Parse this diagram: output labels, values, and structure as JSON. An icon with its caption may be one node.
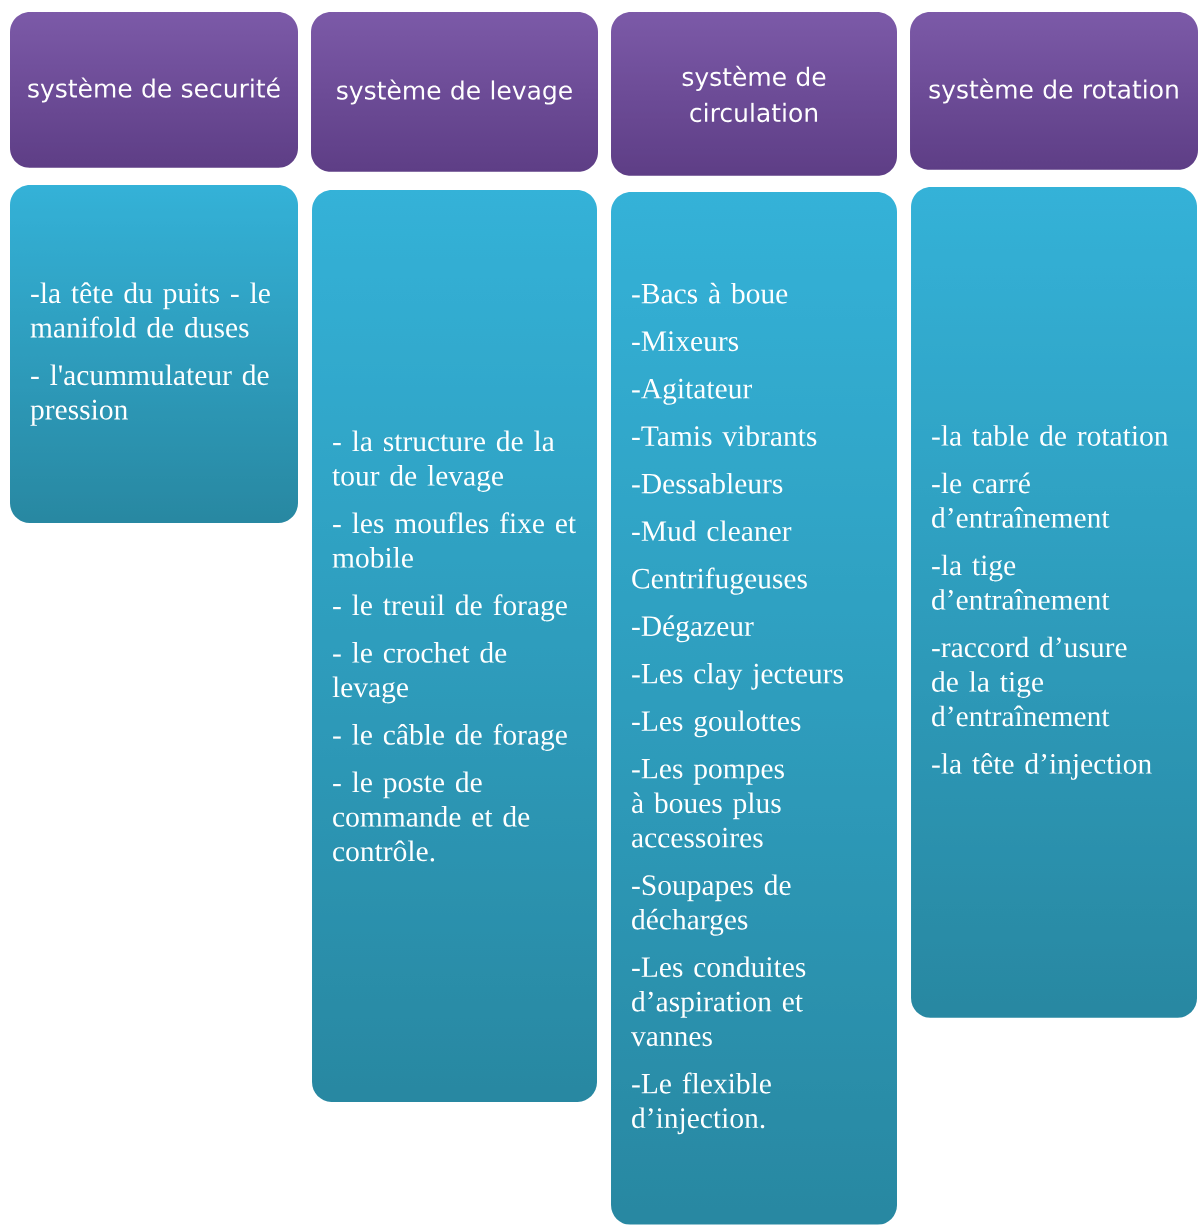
{
  "diagram": {
    "nodes": [
      {
        "text": [
          "système de securité"
        ]
      },
      {
        "text": [
          "système de levage"
        ]
      },
      {
        "text": [
          "système de circulation"
        ]
      },
      {
        "text": [
          "système de rotation"
        ]
      },
      {
        "text": [
          "-la tête du puits - le manifold de duses",
          "- l'acummulateur de pression"
        ]
      },
      {
        "text": [
          "- la structure de la tour de levage",
          "- les moufles fixe et mobile",
          "- le treuil de forage",
          "- le crochet de levage",
          "- le câble de forage",
          "- le poste de commande et de contrôle."
        ]
      },
      {
        "text": [
          "-Bacs à boue",
          "-Mixeurs",
          "-Agitateur",
          "-Tamis vibrants",
          "-Dessableurs",
          "-Mud cleaner",
          "Centrifugeuses",
          "-Dégazeur",
          "-Les clay jecteurs",
          "-Les goulottes",
          "-Les pompes à boues plus accessoires",
          "-Soupapes de décharges",
          "-Les conduites d’aspiration et vannes",
          "-Le flexible d’injection."
        ]
      },
      {
        "text": [
          "-la table de rotation",
          "-le carré d’entraînement",
          "-la tige d’entraînement",
          "-raccord d’usure de la tige d’entraînement",
          "-la tête d’injection"
        ]
      }
    ]
  }
}
